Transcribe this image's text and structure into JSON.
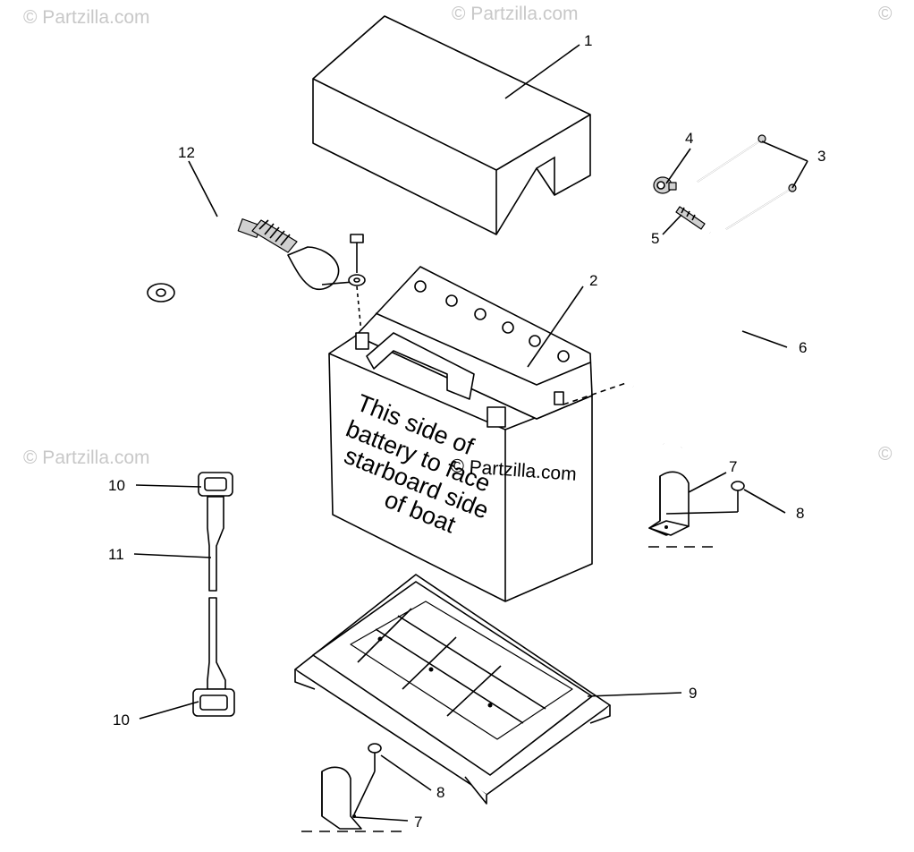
{
  "watermarks": {
    "top_left": "© Partzilla.com",
    "top_center": "© Partzilla.com",
    "top_right": "©",
    "mid_left": "© Partzilla.com",
    "mid_right": "©",
    "center": "© Partzilla.com"
  },
  "battery_label": {
    "line1": "This side of",
    "line2": "battery to face",
    "line3": "starboard side",
    "line4": "of boat"
  },
  "callouts": {
    "c1": "1",
    "c2": "2",
    "c3": "3",
    "c4": "4",
    "c5": "5",
    "c6": "6",
    "c7a": "7",
    "c7b": "7",
    "c8a": "8",
    "c8b": "8",
    "c9": "9",
    "c10a": "10",
    "c10b": "10",
    "c11": "11",
    "c12": "12"
  }
}
